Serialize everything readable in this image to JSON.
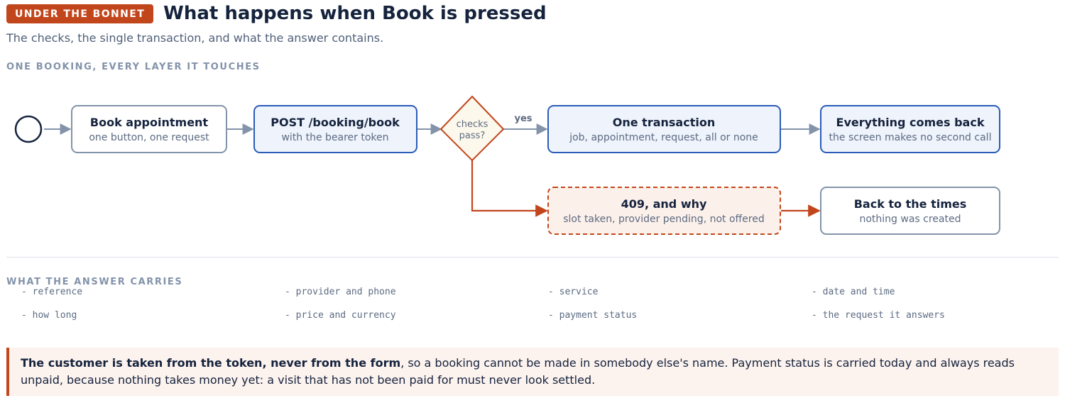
{
  "header": {
    "badge": "UNDER THE BONNET",
    "title": "What happens when Book is pressed",
    "subtitle": "The checks, the single transaction, and what the answer contains."
  },
  "sections": {
    "flow_label": "ONE BOOKING, EVERY LAYER IT TOUCHES",
    "answer_label": "WHAT THE ANSWER CARRIES"
  },
  "flow": {
    "book": {
      "title": "Book appointment",
      "sub": "one button, one request"
    },
    "post": {
      "title": "POST /booking/book",
      "sub": "with the bearer token"
    },
    "decision": {
      "line1": "checks",
      "line2": "pass?",
      "yes_label": "yes"
    },
    "txn": {
      "title": "One transaction",
      "sub": "job, appointment, request, all or none"
    },
    "back": {
      "title": "Everything comes back",
      "sub": "the screen makes no second call"
    },
    "conflict": {
      "title": "409, and why",
      "sub": "slot taken, provider pending, not offered"
    },
    "times": {
      "title": "Back to the times",
      "sub": "nothing was created"
    }
  },
  "answer_fields": [
    "- reference",
    "- provider and phone",
    "- service",
    "- date and time",
    "- how long",
    "- price and currency",
    "- payment status",
    "- the request it answers"
  ],
  "note": {
    "bold": "The customer is taken from the token, never from the form",
    "rest": ", so a booking cannot be made in somebody else's name. Payment status is carried today and always reads unpaid, because nothing takes money yet: a visit that has not been paid for must never look settled."
  },
  "colors": {
    "accent": "#c2461c",
    "navy": "#15233d",
    "blue_border": "#2b5cb8",
    "blue_fill": "#eef3fc",
    "grey_border": "#8393aa",
    "conflict_fill": "#fcf0ea",
    "decision_fill": "#fdf8ec"
  }
}
